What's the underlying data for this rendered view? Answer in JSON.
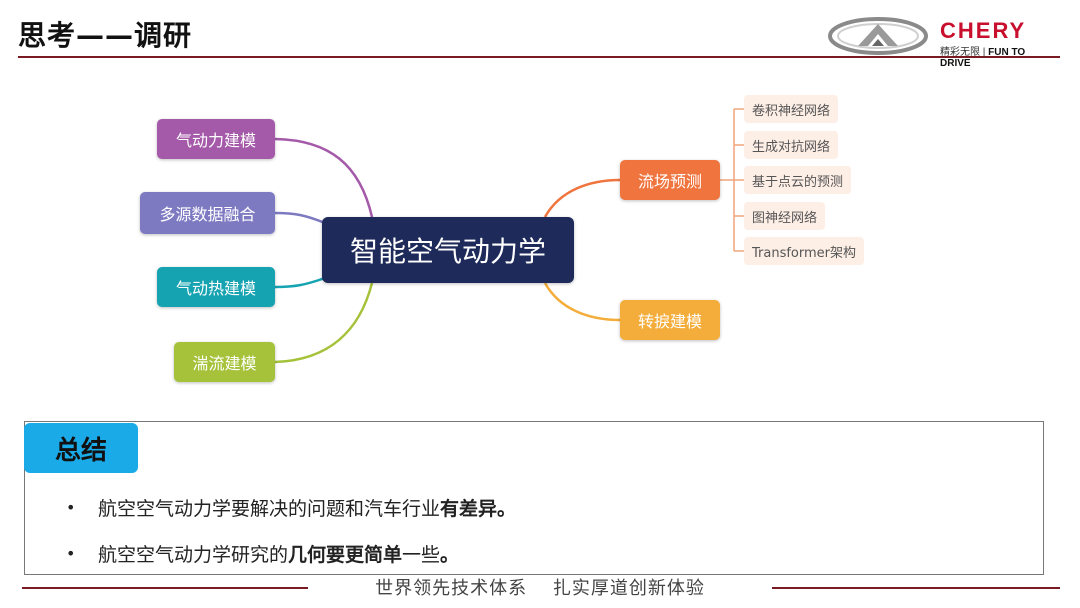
{
  "header": {
    "title": "思考——调研"
  },
  "logo": {
    "brand": "CHERY",
    "tagline_cn": "精彩无限",
    "tagline_sep": "|",
    "tagline_en": "FUN TO DRIVE"
  },
  "mindmap": {
    "center": "智能空气动力学",
    "left_nodes": [
      {
        "label": "气动力建模",
        "color": "#a459a9"
      },
      {
        "label": "多源数据融合",
        "color": "#7e7ac2"
      },
      {
        "label": "气动热建模",
        "color": "#15a3b2"
      },
      {
        "label": "湍流建模",
        "color": "#a5c23a"
      }
    ],
    "right_nodes": [
      {
        "label": "流场预测",
        "color": "#f0743e"
      },
      {
        "label": "转捩建模",
        "color": "#f4ad3a"
      }
    ],
    "flow_children": [
      "卷积神经网络",
      "生成对抗网络",
      "基于点云的预测",
      "图神经网络",
      "Transformer架构"
    ]
  },
  "summary": {
    "tab_label": "总结",
    "bullets": [
      {
        "plain": "航空空气动力学要解决的问题和汽车行业",
        "bold": "有差异",
        "tail": "。"
      },
      {
        "plain": "航空空气动力学研究的",
        "bold": "几何要更简单",
        "tail": "一些",
        "tail_bold": "。"
      }
    ]
  },
  "footer": {
    "slogan": "世界领先技术体系　 扎实厚道创新体验"
  },
  "colors": {
    "brand_red": "#c8102e",
    "rule": "#7a1b24",
    "summary_tab": "#1aaae8",
    "center_node": "#1e2a5a"
  }
}
